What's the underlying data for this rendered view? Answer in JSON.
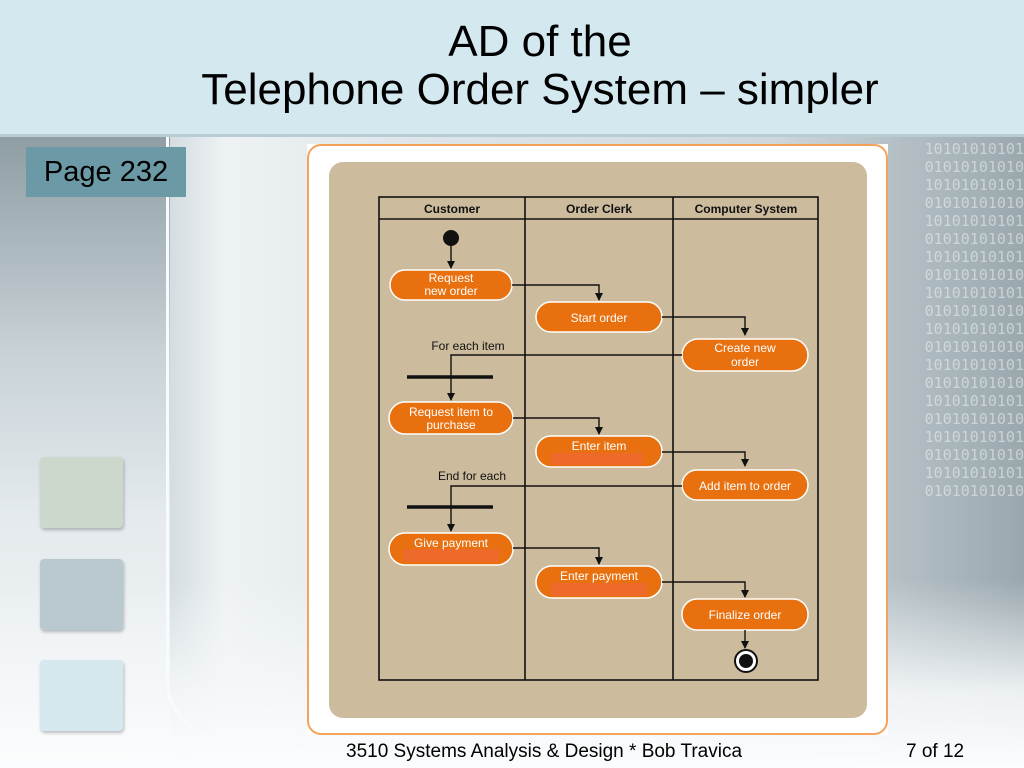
{
  "slide": {
    "title_line1": "AD of the",
    "title_line2": "Telephone Order System – simpler",
    "page_label": "Page 232",
    "footer_text": "3510 Systems Analysis & Design * Bob Travica",
    "page_number": "7 of 12"
  },
  "diagram": {
    "lanes": [
      "Customer",
      "Order Clerk",
      "Computer System"
    ],
    "activities": {
      "request_new_order": [
        "Request",
        "new order"
      ],
      "start_order": [
        "Start order"
      ],
      "create_new_order": [
        "Create new",
        "order"
      ],
      "request_item": [
        "Request item to",
        "purchase"
      ],
      "enter_item": [
        "Enter item"
      ],
      "add_item": [
        "Add item to order"
      ],
      "give_payment": [
        "Give payment"
      ],
      "enter_payment": [
        "Enter payment"
      ],
      "finalize_order": [
        "Finalize order"
      ]
    },
    "annotations": {
      "for_each_item": "For each item",
      "end_for_each": "End for each"
    },
    "colors": {
      "activity_fill": "#e8700f",
      "panel": "#ccbb9c",
      "frame_border": "#f5a35a"
    }
  }
}
